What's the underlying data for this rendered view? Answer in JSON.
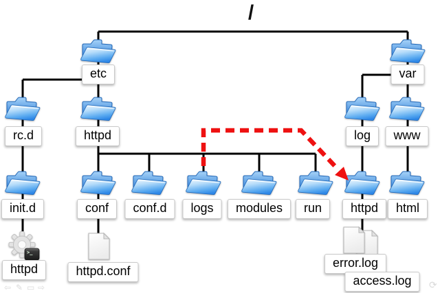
{
  "nodes": {
    "root": "/",
    "etc": "etc",
    "var": "var",
    "rcd": "rc.d",
    "etc_httpd": "httpd",
    "log": "log",
    "www": "www",
    "initd": "init.d",
    "conf": "conf",
    "confd": "conf.d",
    "logs": "logs",
    "modules": "modules",
    "run": "run",
    "var_log_httpd": "httpd",
    "html": "html",
    "httpd_daemon": "httpd",
    "httpd_conf": "httpd.conf",
    "error_log": "error.log",
    "access_log": "access.log"
  },
  "icons": {
    "terminal_prompt": ">_"
  },
  "arrow": {
    "style": "dashed",
    "color": "#ee1111",
    "from": "logs",
    "to": "var_log_httpd"
  },
  "colors": {
    "folder_blue": "#2e86e5",
    "line_black": "#000000"
  },
  "viewer_toolbar": {
    "back": "⇦",
    "pencil": "✎",
    "frame": "▭",
    "forward": "⇨",
    "refresh": "⟳"
  }
}
